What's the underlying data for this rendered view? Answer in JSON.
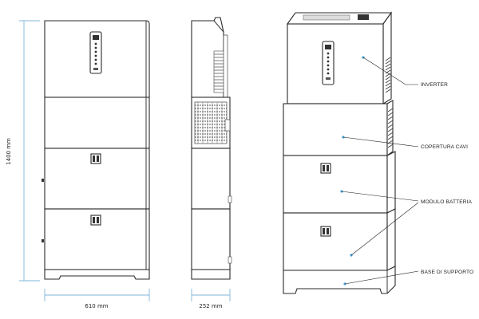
{
  "dimensions": {
    "height": "1400 mm",
    "width": "610 mm",
    "depth": "252 mm"
  },
  "callouts": [
    {
      "label": "INVERTER"
    },
    {
      "label": "COPERTURA CAVI"
    },
    {
      "label": "MODULO BATTERIA"
    },
    {
      "label": "BASE DI SUPPORTO"
    }
  ],
  "colors": {
    "dimension_lines": "#7fb5d9",
    "callout_dots": "#4a9fd5",
    "outline": "#2a2a2a"
  }
}
